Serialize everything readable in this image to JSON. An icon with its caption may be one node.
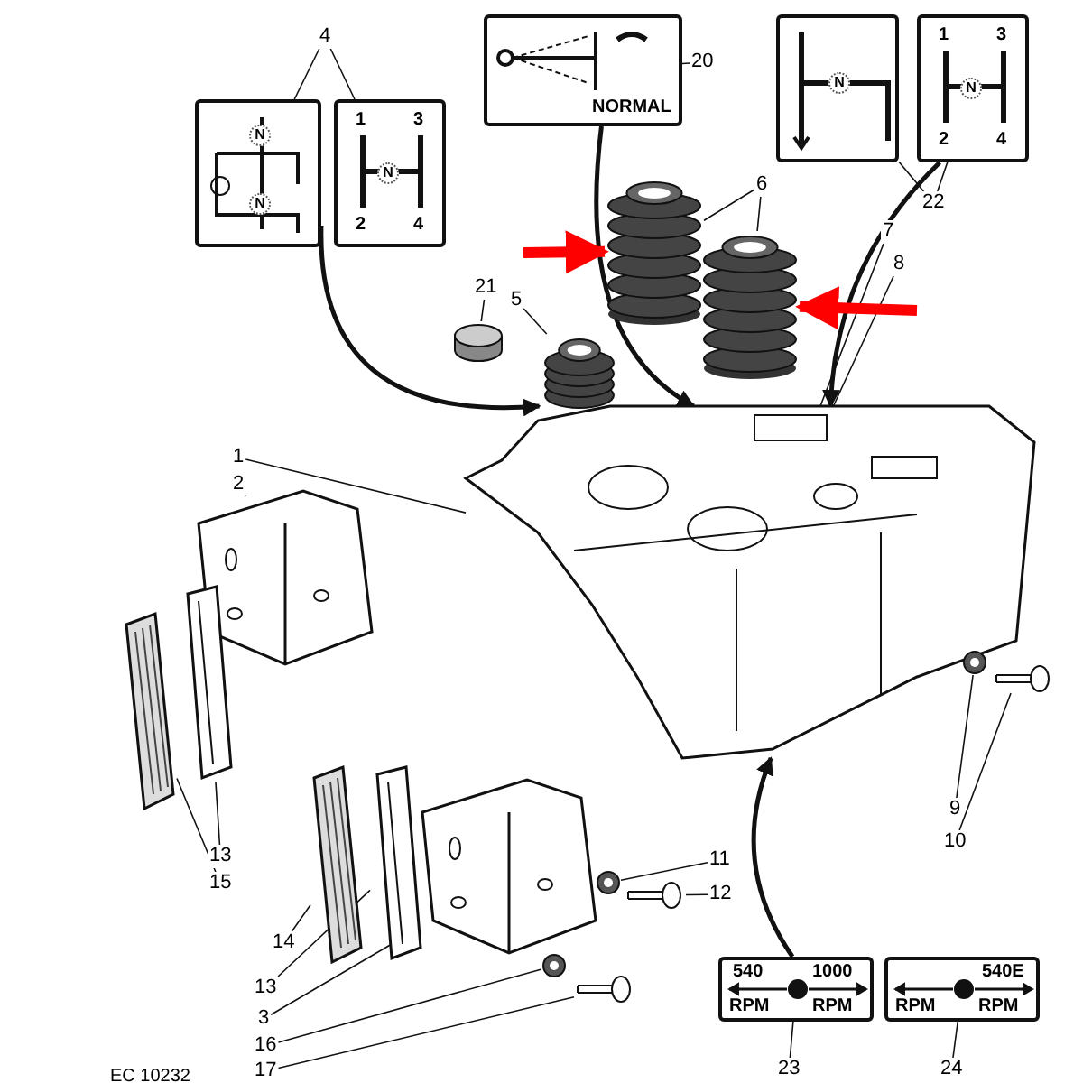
{
  "diagram": {
    "nodes": [
      {
        "text": [
          "N",
          "N"
        ]
      },
      {
        "text": [
          "1",
          "3",
          "N",
          "2",
          "4"
        ]
      },
      {
        "text": [
          "NORMAL"
        ]
      },
      {
        "text": [
          "N"
        ]
      },
      {
        "text": [
          "1",
          "3",
          "N",
          "2",
          "4"
        ]
      },
      {
        "text": [
          "540",
          "1000",
          "RPM",
          "RPM"
        ]
      },
      {
        "text": [
          "540E",
          "RPM",
          "RPM"
        ]
      },
      {
        "text": [],
        "shape": "picture"
      },
      {
        "text": [],
        "shape": "picture"
      },
      {
        "text": [],
        "shape": "picture"
      },
      {
        "text": [],
        "shape": "cylinder"
      },
      {
        "text": [],
        "shape": "picture"
      },
      {
        "text": [],
        "shape": "picture"
      },
      {
        "text": [],
        "shape": "picture"
      },
      {
        "text": [],
        "shape": "picture"
      },
      {
        "text": [],
        "shape": "picture"
      },
      {
        "text": [],
        "shape": "picture"
      },
      {
        "text": [],
        "shape": "picture"
      },
      {
        "text": [],
        "shape": "picture"
      },
      {
        "text": [],
        "shape": "picture"
      },
      {
        "text": [],
        "shape": "picture"
      },
      {
        "text": [],
        "shape": "picture"
      },
      {
        "text": [],
        "shape": "picture"
      },
      {
        "text": [],
        "shape": "picture"
      },
      {
        "text": [
          "1"
        ]
      },
      {
        "text": [
          "2"
        ]
      },
      {
        "text": [
          "3"
        ]
      },
      {
        "text": [
          "4"
        ]
      },
      {
        "text": [
          "5"
        ]
      },
      {
        "text": [
          "6"
        ]
      },
      {
        "text": [
          "7"
        ]
      },
      {
        "text": [
          "8"
        ]
      },
      {
        "text": [
          "9"
        ]
      },
      {
        "text": [
          "10"
        ]
      },
      {
        "text": [
          "11"
        ]
      },
      {
        "text": [
          "12"
        ]
      },
      {
        "text": [
          "13"
        ]
      },
      {
        "text": [
          "15"
        ]
      },
      {
        "text": [
          "14"
        ]
      },
      {
        "text": [
          "13"
        ]
      },
      {
        "text": [
          "16"
        ]
      },
      {
        "text": [
          "17"
        ]
      },
      {
        "text": [
          "20"
        ]
      },
      {
        "text": [
          "21"
        ]
      },
      {
        "text": [
          "22"
        ]
      },
      {
        "text": [
          "23"
        ]
      },
      {
        "text": [
          "24"
        ]
      }
    ],
    "edges": [
      {
        "from": 24,
        "to": 11,
        "arrow": "none"
      },
      {
        "from": 25,
        "to": 12,
        "arrow": "none"
      },
      {
        "from": 26,
        "to": 13,
        "arrow": "none"
      },
      {
        "from": 27,
        "to": 0,
        "arrow": "none"
      },
      {
        "from": 27,
        "to": 1,
        "arrow": "none"
      },
      {
        "from": 28,
        "to": 9,
        "arrow": "none"
      },
      {
        "from": 29,
        "to": 7,
        "arrow": "none"
      },
      {
        "from": 29,
        "to": 8,
        "arrow": "none"
      },
      {
        "from": 30,
        "to": 11,
        "arrow": "none"
      },
      {
        "from": 31,
        "to": 11,
        "arrow": "none"
      },
      {
        "from": 32,
        "to": 18,
        "arrow": "none"
      },
      {
        "from": 33,
        "to": 19,
        "arrow": "none"
      },
      {
        "from": 34,
        "to": 20,
        "arrow": "none"
      },
      {
        "from": 35,
        "to": 21,
        "arrow": "none"
      },
      {
        "from": 36,
        "to": 14,
        "arrow": "none"
      },
      {
        "from": 37,
        "to": 15,
        "arrow": "none"
      },
      {
        "from": 38,
        "to": 17,
        "arrow": "none"
      },
      {
        "from": 39,
        "to": 16,
        "arrow": "none"
      },
      {
        "from": 40,
        "to": 22,
        "arrow": "none"
      },
      {
        "from": 41,
        "to": 23,
        "arrow": "none"
      },
      {
        "from": 42,
        "to": 2,
        "arrow": "none"
      },
      {
        "from": 43,
        "to": 10,
        "arrow": "none"
      },
      {
        "from": 44,
        "to": 3,
        "arrow": "none"
      },
      {
        "from": 44,
        "to": 4,
        "arrow": "none"
      },
      {
        "from": 45,
        "to": 5,
        "arrow": "none"
      },
      {
        "from": 46,
        "to": 6,
        "arrow": "none"
      },
      {
        "from": 0,
        "to": 11,
        "arrow": "to",
        "style": "thick"
      },
      {
        "from": 2,
        "to": 11,
        "arrow": "to",
        "style": "thick"
      },
      {
        "from": 4,
        "to": 11,
        "arrow": "to",
        "style": "thick"
      },
      {
        "from": 5,
        "to": 11,
        "arrow": "to",
        "style": "thick"
      },
      {
        "from": null,
        "to": 7,
        "arrow": "to",
        "style": "thick",
        "color": "#ff0000"
      },
      {
        "from": null,
        "to": 8,
        "arrow": "to",
        "style": "thick",
        "color": "#ff0000"
      }
    ],
    "labels": [
      "EC 10232"
    ]
  }
}
